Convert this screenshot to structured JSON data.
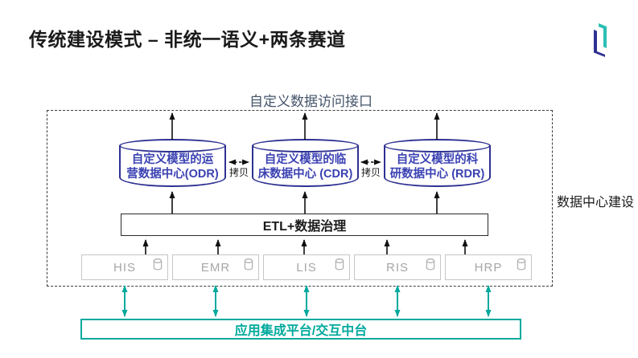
{
  "page": {
    "title": "传统建设模式 – 非统一语义+两条赛道"
  },
  "colors": {
    "ink": "#1A1A1A",
    "cylinder_border_blue": "#2E3192",
    "cylinder_text_blue": "#3A41B2",
    "accent_teal": "#00A99D",
    "interface_label_slate": "#44546A",
    "source_box_border_gray": "#C6C6C6",
    "source_box_text_gray": "#A6A6A6"
  },
  "icons": {
    "brand_logo": "brand-logo-icon",
    "database": "database-icon"
  },
  "diagram": {
    "access_interface_label": "自定义数据访问接口",
    "region_label": "数据中心建设",
    "datacenters": [
      {
        "line1": "自定义模型的运",
        "line2": "营数据中心(ODR)"
      },
      {
        "line1": "自定义模型的临",
        "line2": "床数据中心 (CDR)"
      },
      {
        "line1": "自定义模型的科",
        "line2": "研数据中心 (RDR)"
      }
    ],
    "copy_labels": [
      "拷贝",
      "拷贝"
    ],
    "etl_label": "ETL+数据治理",
    "sources": [
      {
        "label": "HIS"
      },
      {
        "label": "EMR"
      },
      {
        "label": "LIS"
      },
      {
        "label": "RIS"
      },
      {
        "label": "HRP"
      }
    ],
    "platform_label": "应用集成平台/交互中台"
  }
}
